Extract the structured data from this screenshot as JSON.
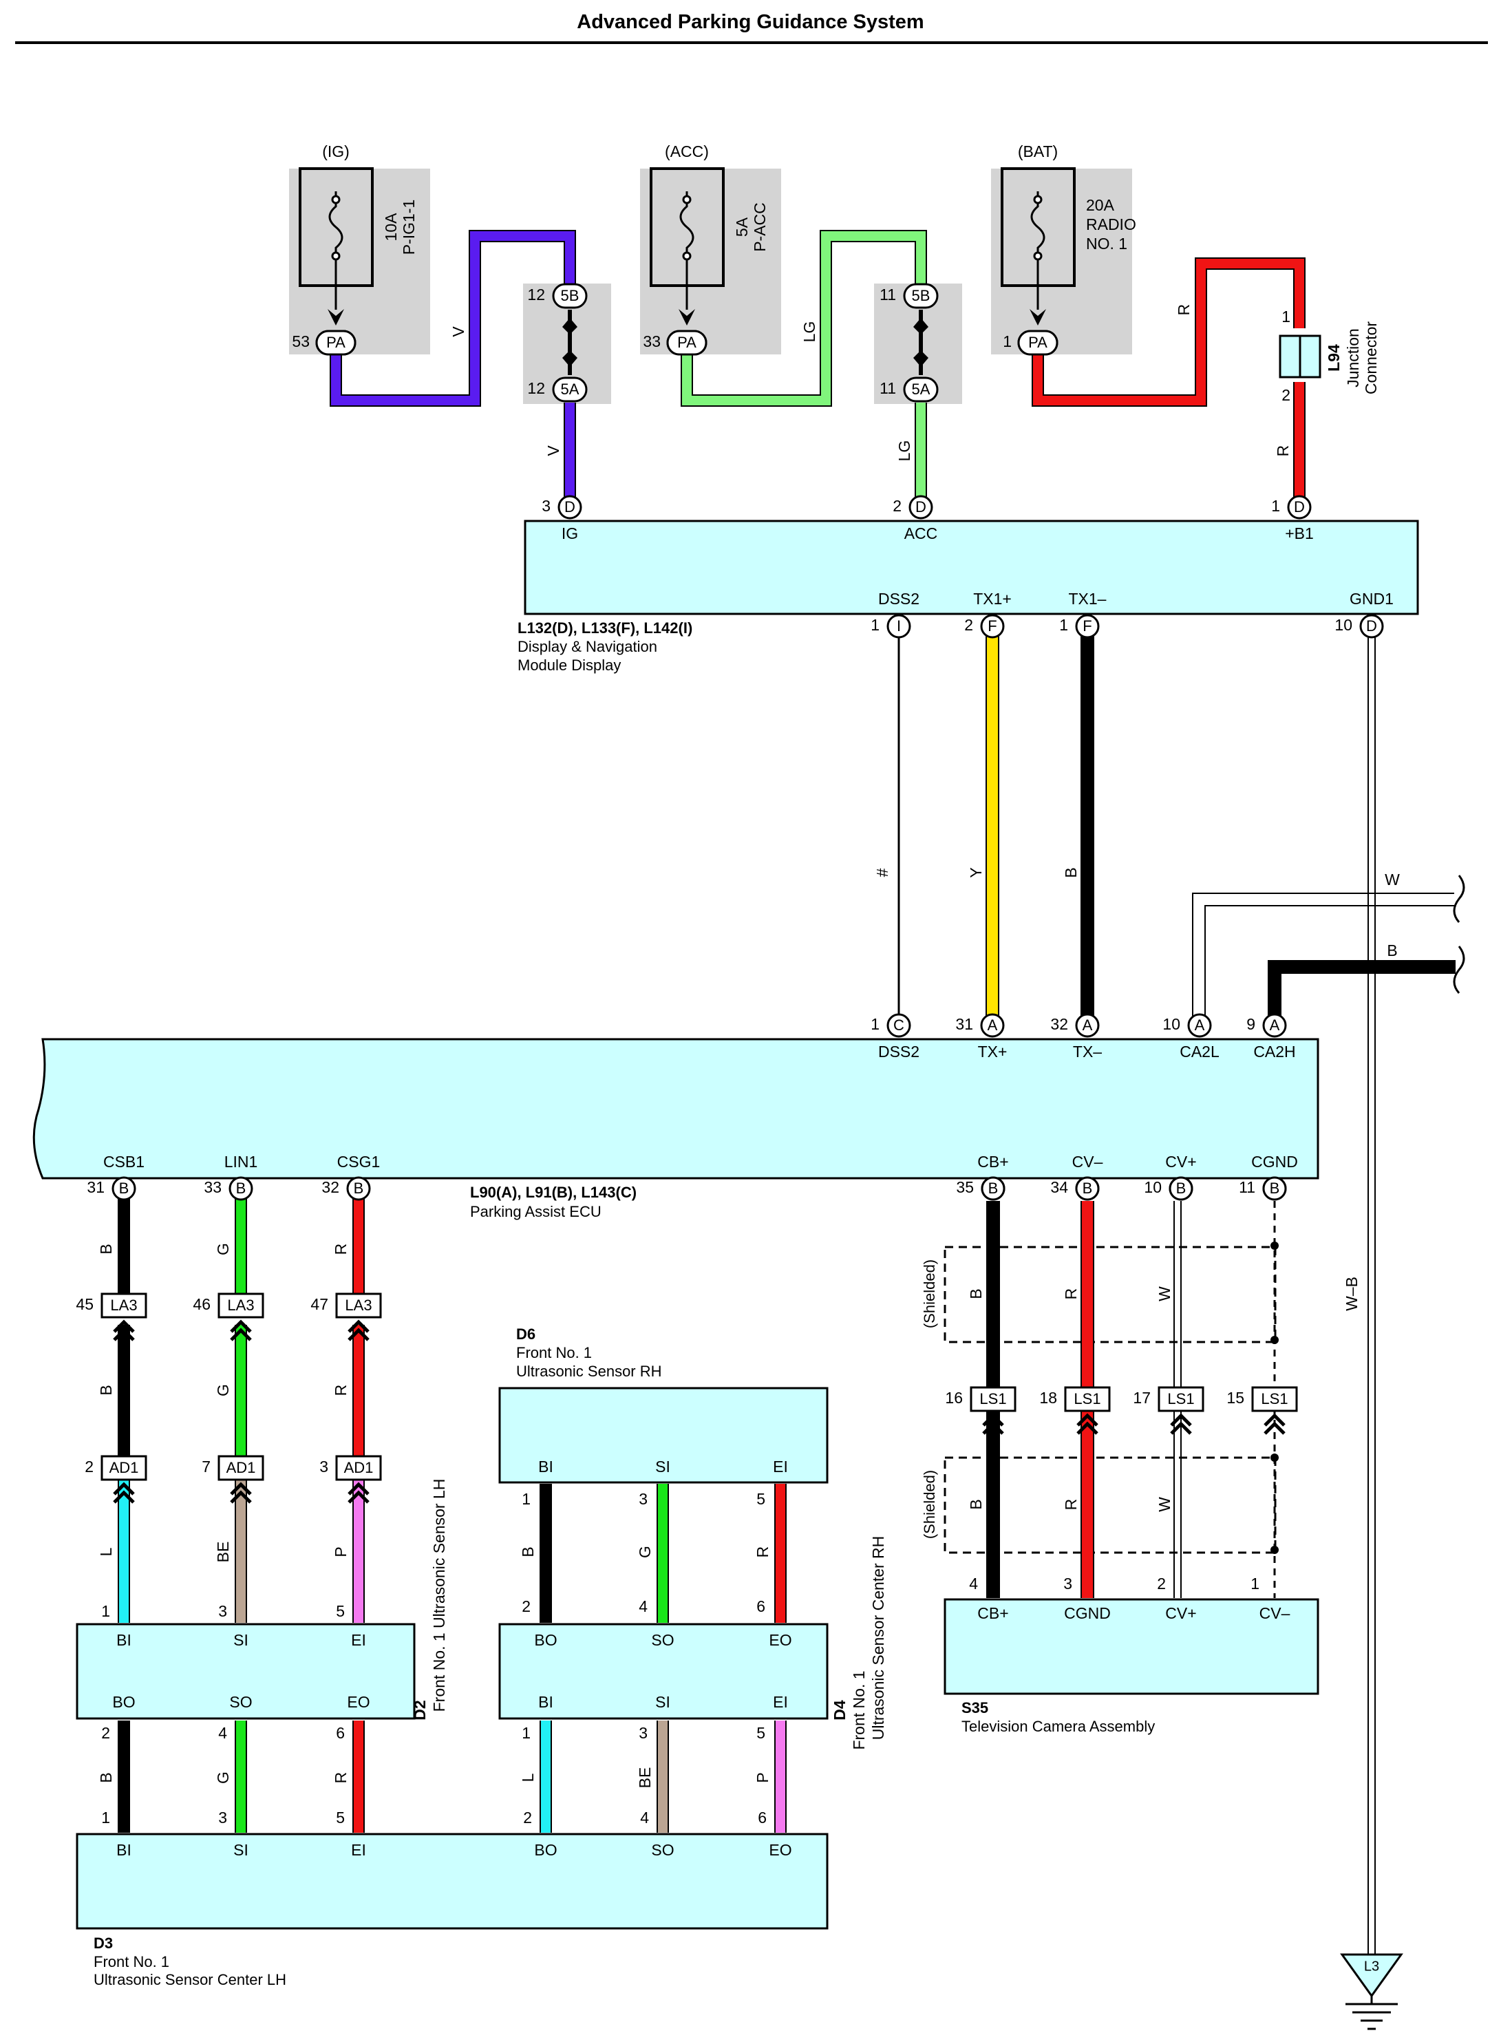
{
  "title": "Advanced Parking Guidance System",
  "colors": {
    "V": "#5a1cf0",
    "LG": "#80f57c",
    "R": "#f01414",
    "Y": "#ffe400",
    "B": "#000000",
    "W": "#ffffff",
    "G": "#19e619",
    "L": "#22f0f5",
    "BE": "#bba593",
    "P": "#f57af0",
    "fill": "#ccffff",
    "fuseBox": "#d4d4d4"
  },
  "fuses": [
    {
      "tag": "(IG)",
      "rating": "10A",
      "name": "P-IG1-1",
      "pin": "53",
      "conn": "PA"
    },
    {
      "tag": "(ACC)",
      "rating": "5A",
      "name": "P-ACC",
      "pin": "33",
      "conn": "PA"
    },
    {
      "tag": "(BAT)",
      "rating": "20A",
      "name1": "RADIO",
      "name2": "NO. 1",
      "pin": "1",
      "conn": "PA"
    }
  ],
  "junction_blocks": [
    {
      "top_pin": "12",
      "top_conn": "5B",
      "bot_pin": "12",
      "bot_conn": "5A"
    },
    {
      "top_pin": "11",
      "top_conn": "5B",
      "bot_pin": "11",
      "bot_conn": "5A"
    }
  ],
  "junction_connector": {
    "id": "L94",
    "name": "Junction",
    "name2": "Connector",
    "pin_top": "1",
    "pin_bot": "2"
  },
  "display_module": {
    "ids": "L132(D), L133(F), L142(I)",
    "name1": "Display & Navigation",
    "name2": "Module Display",
    "top_pins": [
      {
        "num": "3",
        "conn": "D",
        "label": "IG"
      },
      {
        "num": "2",
        "conn": "D",
        "label": "ACC"
      },
      {
        "num": "1",
        "conn": "D",
        "label": "+B1"
      }
    ],
    "bottom_pins": [
      {
        "num": "1",
        "conn": "I",
        "label": "DSS2"
      },
      {
        "num": "2",
        "conn": "F",
        "label": "TX1+"
      },
      {
        "num": "1",
        "conn": "F",
        "label": "TX1–"
      },
      {
        "num": "10",
        "conn": "D",
        "label": "GND1"
      }
    ]
  },
  "ecu": {
    "ids": "L90(A), L91(B), L143(C)",
    "name": "Parking Assist ECU",
    "top_pins": [
      {
        "num": "1",
        "conn": "C",
        "label": "DSS2"
      },
      {
        "num": "31",
        "conn": "A",
        "label": "TX+"
      },
      {
        "num": "32",
        "conn": "A",
        "label": "TX–"
      },
      {
        "num": "10",
        "conn": "A",
        "label": "CA2L"
      },
      {
        "num": "9",
        "conn": "A",
        "label": "CA2H"
      }
    ],
    "bottom_pins": [
      {
        "num": "31",
        "conn": "B",
        "label": "CSB1"
      },
      {
        "num": "33",
        "conn": "B",
        "label": "LIN1"
      },
      {
        "num": "32",
        "conn": "B",
        "label": "CSG1"
      },
      {
        "num": "35",
        "conn": "B",
        "label": "CB+"
      },
      {
        "num": "34",
        "conn": "B",
        "label": "CV–"
      },
      {
        "num": "10",
        "conn": "B",
        "label": "CV+"
      },
      {
        "num": "11",
        "conn": "B",
        "label": "CGND"
      }
    ]
  },
  "wire_labels": {
    "ig_v1": "V",
    "ig_v2": "V",
    "acc_lg1": "LG",
    "acc_lg2": "LG",
    "bat_r1": "R",
    "bat_r2": "R",
    "dss": "#",
    "tx_plus": "Y",
    "tx_minus": "B",
    "ca2l": "W",
    "ca2h": "B",
    "gnd": "W–B"
  },
  "connectors": {
    "la3": [
      {
        "pin": "45",
        "conn": "LA3"
      },
      {
        "pin": "46",
        "conn": "LA3"
      },
      {
        "pin": "47",
        "conn": "LA3"
      }
    ],
    "ad1": [
      {
        "pin": "2",
        "conn": "AD1"
      },
      {
        "pin": "7",
        "conn": "AD1"
      },
      {
        "pin": "3",
        "conn": "AD1"
      }
    ],
    "ls1": [
      {
        "pin": "16",
        "conn": "LS1"
      },
      {
        "pin": "18",
        "conn": "LS1"
      },
      {
        "pin": "17",
        "conn": "LS1"
      },
      {
        "pin": "15",
        "conn": "LS1"
      }
    ]
  },
  "left_wires": {
    "upper": [
      "B",
      "G",
      "R"
    ],
    "middle": [
      "B",
      "G",
      "R"
    ],
    "lower": [
      "L",
      "BE",
      "P"
    ]
  },
  "d2": {
    "id": "D2",
    "name": "Front No. 1 Ultrasonic Sensor LH",
    "top": [
      {
        "num": "1",
        "label": "BI"
      },
      {
        "num": "3",
        "label": "SI"
      },
      {
        "num": "5",
        "label": "EI"
      }
    ],
    "bottom": [
      {
        "num": "2",
        "label": "BO"
      },
      {
        "num": "4",
        "label": "SO"
      },
      {
        "num": "6",
        "label": "EO"
      }
    ],
    "wires_below": [
      "B",
      "G",
      "R"
    ]
  },
  "d6": {
    "id": "D6",
    "name1": "Front No. 1",
    "name2": "Ultrasonic Sensor RH",
    "labels": [
      "BI",
      "SI",
      "EI"
    ],
    "pins_top": [
      "1",
      "3",
      "5"
    ],
    "pins_bot": [
      "2",
      "4",
      "6"
    ],
    "wires": [
      "B",
      "G",
      "R"
    ]
  },
  "d4": {
    "id": "D4",
    "name1": "Front No. 1",
    "name2": "Ultrasonic Sensor Center RH",
    "top": [
      {
        "num": "",
        "label": "BO"
      },
      {
        "num": "",
        "label": "SO"
      },
      {
        "num": "",
        "label": "EO"
      }
    ],
    "bottom": [
      {
        "num": "1",
        "label": "BI"
      },
      {
        "num": "3",
        "label": "SI"
      },
      {
        "num": "5",
        "label": "EI"
      }
    ],
    "wires_below": [
      "L",
      "BE",
      "P"
    ]
  },
  "d3": {
    "id": "D3",
    "name1": "Front No. 1",
    "name2": "Ultrasonic Sensor Center LH",
    "pins": [
      {
        "num": "1",
        "label": "BI"
      },
      {
        "num": "3",
        "label": "SI"
      },
      {
        "num": "5",
        "label": "EI"
      },
      {
        "num": "2",
        "label": "BO"
      },
      {
        "num": "4",
        "label": "SO"
      },
      {
        "num": "6",
        "label": "EO"
      }
    ]
  },
  "camera": {
    "id": "S35",
    "name": "Television Camera Assembly",
    "pins": [
      {
        "num": "4",
        "label": "CB+"
      },
      {
        "num": "3",
        "label": "CGND"
      },
      {
        "num": "2",
        "label": "CV+"
      },
      {
        "num": "1",
        "label": "CV–"
      }
    ],
    "wires": [
      "B",
      "R",
      "W"
    ],
    "shielded": "(Shielded)"
  },
  "ground": {
    "id": "L3"
  }
}
